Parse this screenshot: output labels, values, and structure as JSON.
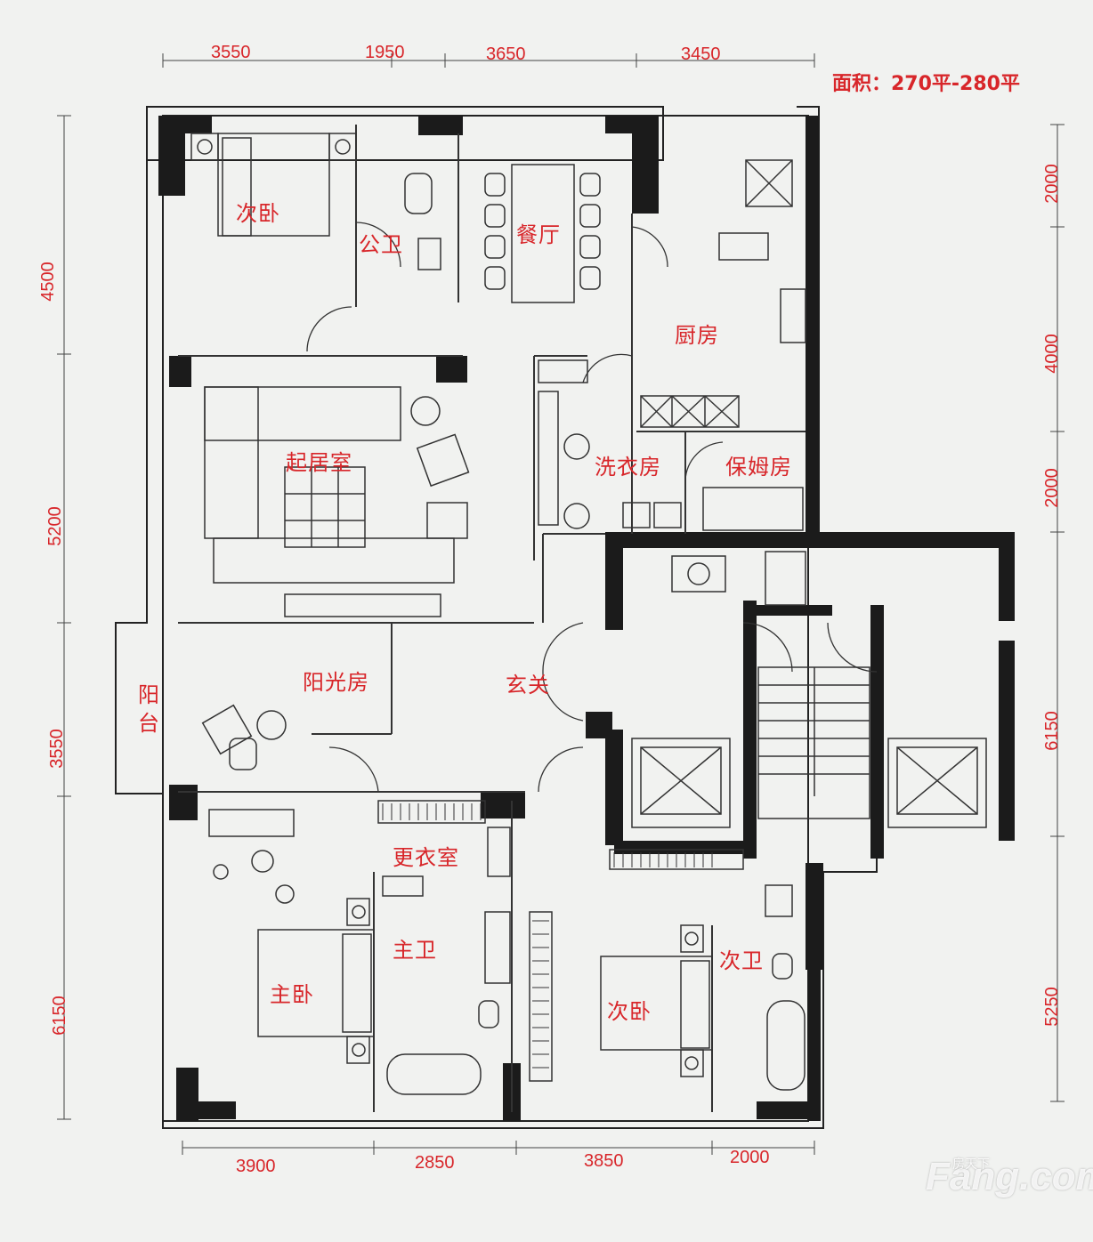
{
  "area_note": "面积：270平-280平",
  "rooms": {
    "bedroom_nw": "次卧",
    "public_bath": "公卫",
    "dining": "餐厅",
    "kitchen": "厨房",
    "living": "起居室",
    "laundry": "洗衣房",
    "maid_room": "保姆房",
    "sunroom": "阳光房",
    "foyer": "玄关",
    "balcony": "阳台",
    "walk_in_closet": "更衣室",
    "master_bath": "主卫",
    "master_bedroom": "主卧",
    "bedroom_se": "次卧",
    "bath_se": "次卫"
  },
  "dimensions": {
    "top": [
      "3550",
      "1950",
      "3650",
      "3450"
    ],
    "bottom": [
      "3900",
      "2850",
      "3850",
      "2000"
    ],
    "left": [
      "4500",
      "5200",
      "3550",
      "6150"
    ],
    "right": [
      "2000",
      "4000",
      "2000",
      "6150",
      "5250"
    ]
  },
  "watermark": {
    "brand": "Fang.com",
    "cn": "房天下"
  }
}
